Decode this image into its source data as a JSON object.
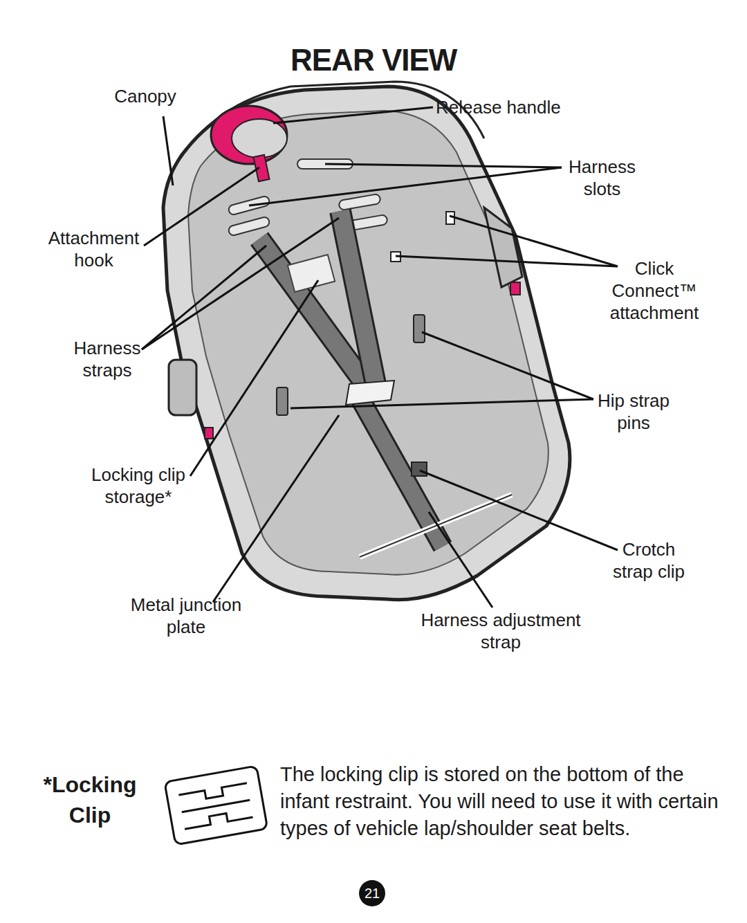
{
  "diagram": {
    "title": "REAR VIEW",
    "nodes": [
      {
        "text": [
          "21"
        ]
      }
    ],
    "labels": [
      "Canopy",
      "Release handle",
      "Harness slots",
      "Attachment hook",
      "Click Connect™ attachment",
      "Harness straps",
      "Hip strap pins",
      "Locking clip storage*",
      "Crotch strap clip",
      "Metal junction plate",
      "Harness adjustment strap",
      "*Locking Clip",
      "The locking clip is stored on the bottom of the infant restraint. You will need to use it with certain types of vehicle lap/shoulder seat belts."
    ]
  }
}
